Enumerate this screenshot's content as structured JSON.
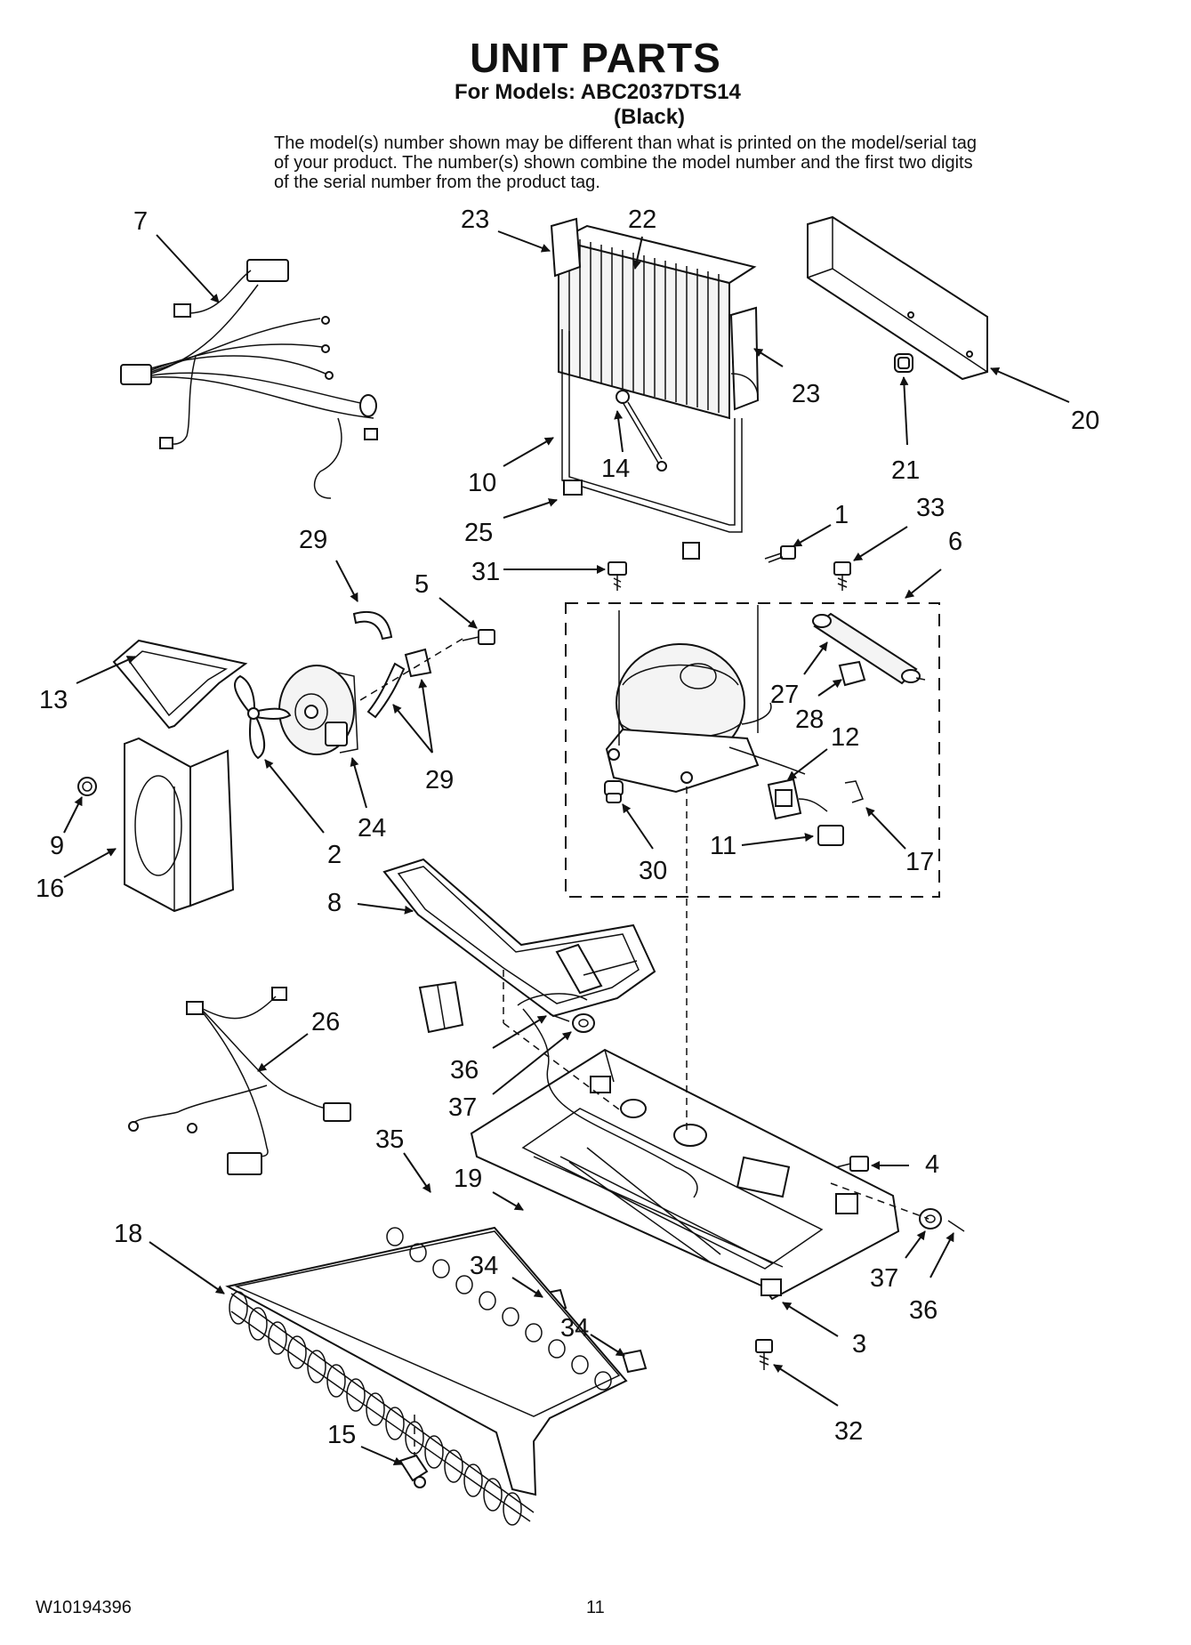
{
  "header": {
    "title": "UNIT PARTS",
    "models_line": "For Models: ABC2037DTS14",
    "color_line": "(Black)",
    "note": "The model(s) number shown may be different than what is printed on the model/serial tag of your product. The number(s) shown combine the model number and the first two digits of the serial number from the product tag."
  },
  "callouts": [
    {
      "id": "7",
      "text": "7"
    },
    {
      "id": "23a",
      "text": "23"
    },
    {
      "id": "22",
      "text": "22"
    },
    {
      "id": "23b",
      "text": "23"
    },
    {
      "id": "20",
      "text": "20"
    },
    {
      "id": "21",
      "text": "21"
    },
    {
      "id": "10",
      "text": "10"
    },
    {
      "id": "14",
      "text": "14"
    },
    {
      "id": "25",
      "text": "25"
    },
    {
      "id": "1",
      "text": "1"
    },
    {
      "id": "33",
      "text": "33"
    },
    {
      "id": "6",
      "text": "6"
    },
    {
      "id": "29a",
      "text": "29"
    },
    {
      "id": "31",
      "text": "31"
    },
    {
      "id": "5",
      "text": "5"
    },
    {
      "id": "13",
      "text": "13"
    },
    {
      "id": "27",
      "text": "27"
    },
    {
      "id": "28",
      "text": "28"
    },
    {
      "id": "12",
      "text": "12"
    },
    {
      "id": "29b",
      "text": "29"
    },
    {
      "id": "24",
      "text": "24"
    },
    {
      "id": "9",
      "text": "9"
    },
    {
      "id": "2",
      "text": "2"
    },
    {
      "id": "16",
      "text": "16"
    },
    {
      "id": "11",
      "text": "11"
    },
    {
      "id": "30",
      "text": "30"
    },
    {
      "id": "17",
      "text": "17"
    },
    {
      "id": "8",
      "text": "8"
    },
    {
      "id": "26",
      "text": "26"
    },
    {
      "id": "36a",
      "text": "36"
    },
    {
      "id": "37a",
      "text": "37"
    },
    {
      "id": "35",
      "text": "35"
    },
    {
      "id": "19",
      "text": "19"
    },
    {
      "id": "4",
      "text": "4"
    },
    {
      "id": "18",
      "text": "18"
    },
    {
      "id": "34a",
      "text": "34"
    },
    {
      "id": "37b",
      "text": "37"
    },
    {
      "id": "36b",
      "text": "36"
    },
    {
      "id": "34b",
      "text": "34"
    },
    {
      "id": "3",
      "text": "3"
    },
    {
      "id": "15",
      "text": "15"
    },
    {
      "id": "32",
      "text": "32"
    }
  ],
  "footer": {
    "doc_number": "W10194396",
    "page_number": "11"
  }
}
